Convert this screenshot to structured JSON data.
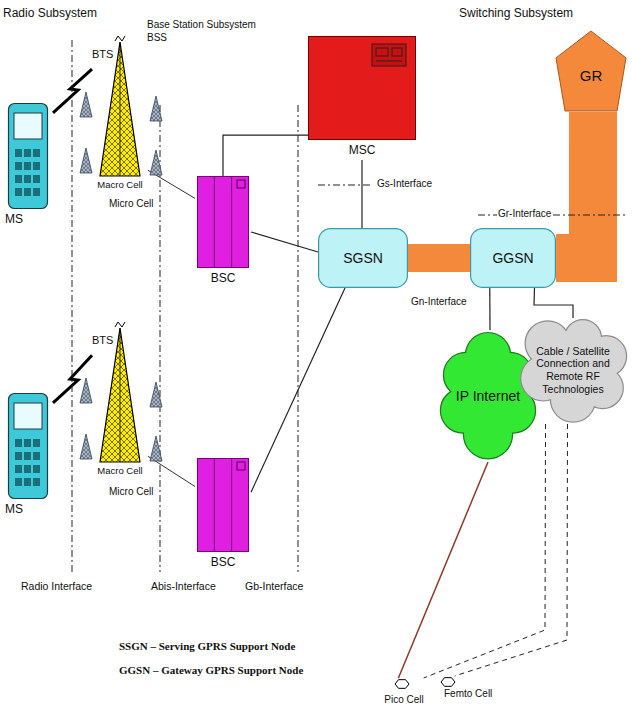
{
  "diagram": {
    "nodes": [
      {
        "text": [
          "MS"
        ]
      },
      {
        "text": [
          "BTS",
          "Macro Cell"
        ]
      },
      {
        "text": [
          "BSC"
        ]
      },
      {
        "text": [
          "MS"
        ]
      },
      {
        "text": [
          "BTS",
          "Macro Cell"
        ]
      },
      {
        "text": [
          "BSC"
        ]
      },
      {
        "text": [
          "MSC"
        ]
      },
      {
        "text": [
          "GR"
        ]
      },
      {
        "text": [
          "SGSN"
        ]
      },
      {
        "text": [
          "GGSN"
        ]
      },
      {
        "text": [
          "IP Internet"
        ]
      },
      {
        "text": [
          "Cable / Satellite Connection and Remote RF Technologies"
        ]
      },
      {
        "text": [
          "Pico Cell"
        ]
      },
      {
        "text": [
          "Femto Cell"
        ]
      }
    ],
    "edges": [
      {
        "from": 0,
        "to": 1,
        "arrow": "none"
      },
      {
        "from": 1,
        "to": 2,
        "arrow": "none"
      },
      {
        "from": 2,
        "to": 6,
        "arrow": "none"
      },
      {
        "from": 2,
        "to": 8,
        "arrow": "none"
      },
      {
        "from": 6,
        "to": 8,
        "arrow": "none"
      },
      {
        "from": 8,
        "to": 9,
        "arrow": "none"
      },
      {
        "from": 9,
        "to": 7,
        "arrow": "none"
      },
      {
        "from": 9,
        "to": 10,
        "arrow": "none"
      },
      {
        "from": 9,
        "to": 11,
        "arrow": "none"
      },
      {
        "from": 10,
        "to": 12,
        "arrow": "none"
      },
      {
        "from": 11,
        "to": 12,
        "arrow": "none"
      },
      {
        "from": 11,
        "to": 13,
        "arrow": "none"
      },
      {
        "from": 3,
        "to": 4,
        "arrow": "none"
      },
      {
        "from": 4,
        "to": 5,
        "arrow": "none"
      },
      {
        "from": 5,
        "to": 8,
        "arrow": "none"
      }
    ],
    "labels": [
      "Radio Subsystem",
      "Switching Subsystem",
      "Base Station Subsystem",
      "BSS",
      "Micro Cell",
      "Micro Cell",
      "Gs-Interface",
      "Gr-Interface",
      "Gn-Interface",
      "Radio Interface",
      "Abis-Interface",
      "Gb-Interface",
      "SSGN – Serving GPRS Support Node",
      "GGSN – Gateway GPRS Support Node"
    ]
  }
}
